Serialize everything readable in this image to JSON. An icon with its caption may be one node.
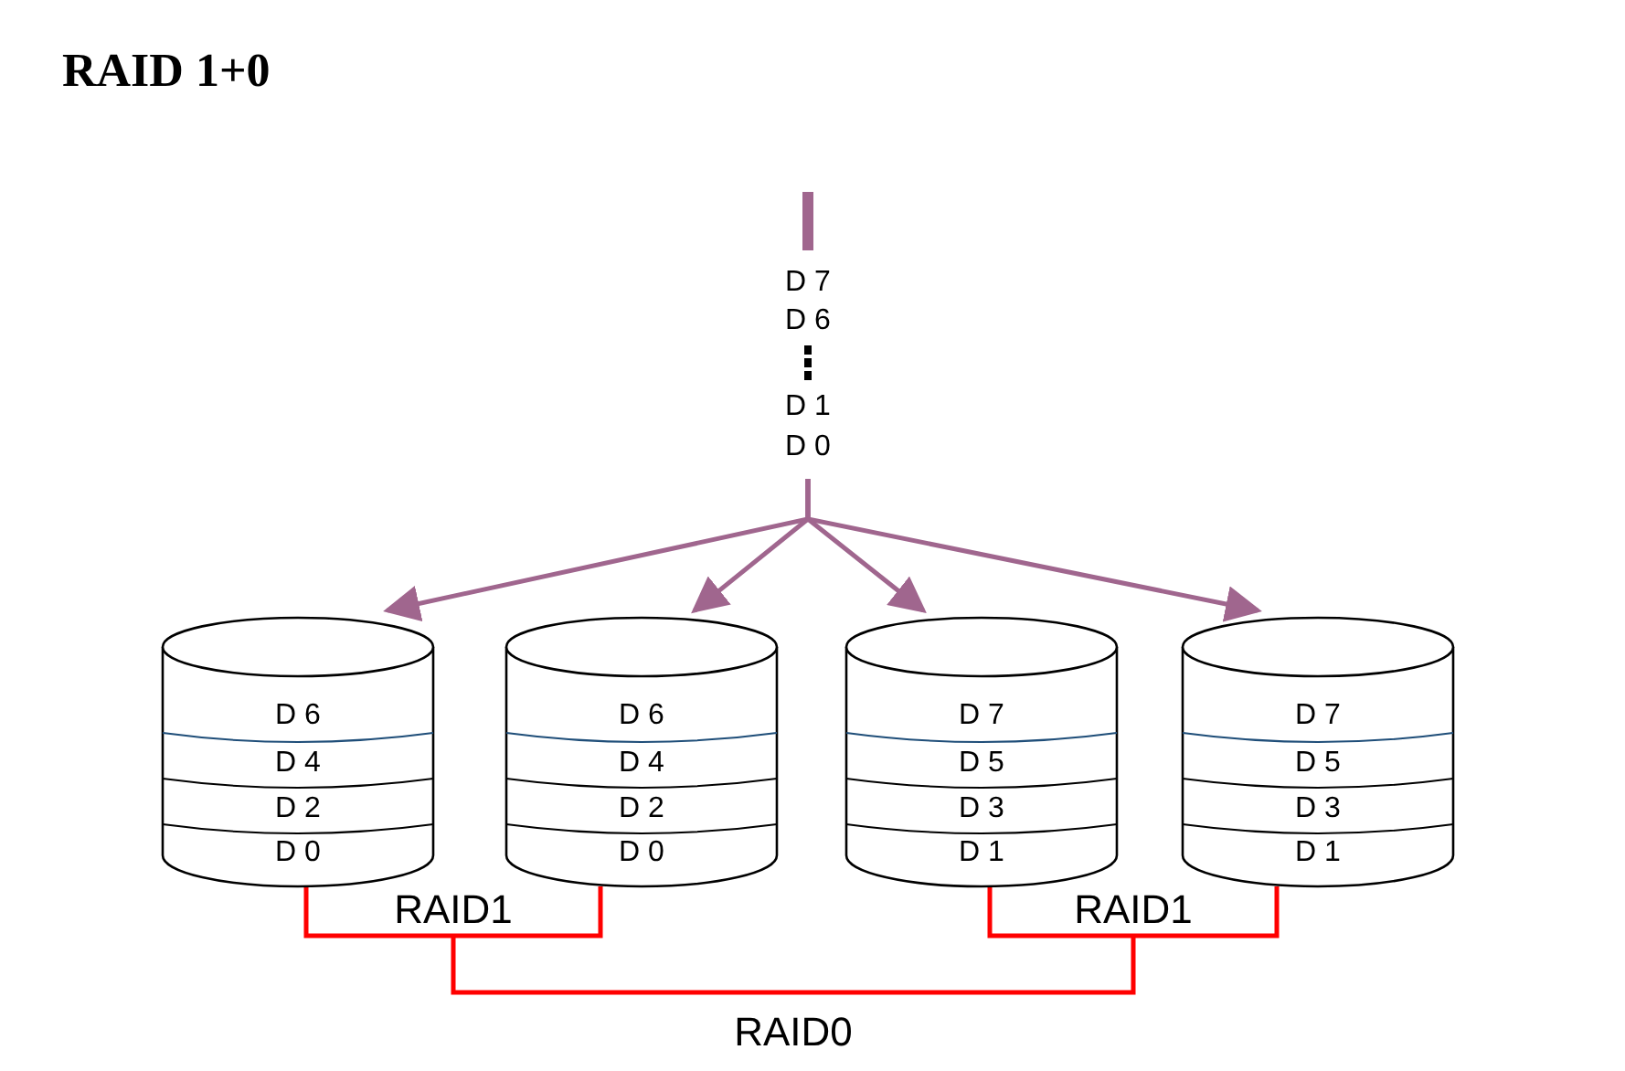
{
  "diagram": {
    "title": "RAID 1+0",
    "nodes": [
      {
        "text": [
          "D 7",
          "D 6",
          "D 1",
          "D 0"
        ]
      },
      {
        "text": [
          "D 6",
          "D 4",
          "D 2",
          "D 0"
        ]
      },
      {
        "text": [
          "D 6",
          "D 4",
          "D 2",
          "D 0"
        ]
      },
      {
        "text": [
          "D 7",
          "D 5",
          "D 3",
          "D 1"
        ]
      },
      {
        "text": [
          "D 7",
          "D 5",
          "D 3",
          "D 1"
        ]
      }
    ],
    "edges": [
      {
        "from": null,
        "to": 0,
        "arrow": "none",
        "style": "thick",
        "color": "#a0668e"
      },
      {
        "from": 0,
        "to": 1,
        "arrow": "to",
        "color": "#a0668e"
      },
      {
        "from": 0,
        "to": 2,
        "arrow": "to",
        "color": "#a0668e"
      },
      {
        "from": 0,
        "to": 3,
        "arrow": "to",
        "color": "#a0668e"
      },
      {
        "from": 0,
        "to": 4,
        "arrow": "to",
        "color": "#a0668e"
      },
      {
        "from": 1,
        "to": 2,
        "arrow": "none",
        "label": "RAID1",
        "color": "#ff0000"
      },
      {
        "from": 3,
        "to": 4,
        "arrow": "none",
        "label": "RAID1",
        "color": "#ff0000"
      }
    ],
    "labels": [
      "RAID0"
    ]
  }
}
